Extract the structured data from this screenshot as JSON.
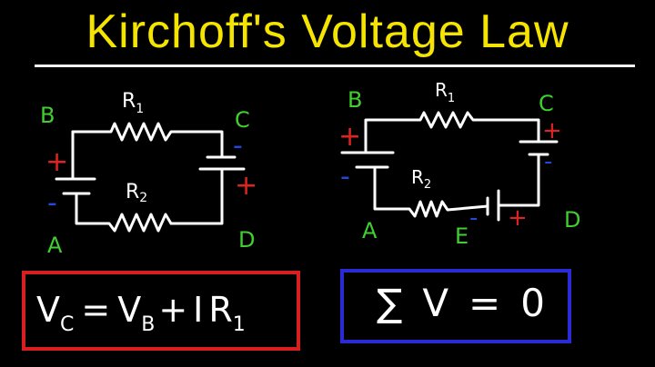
{
  "title": "Kirchoff's Voltage Law",
  "colors": {
    "title": "#f5e400",
    "wire": "#ffffff",
    "node_label": "#3fcf2f",
    "plus": "#e0231f",
    "minus": "#2248e0",
    "formula_box_left": "#d81e1e",
    "formula_box_right": "#2a2ad6"
  },
  "left_circuit": {
    "nodes": {
      "a": "A",
      "b": "B",
      "c": "C",
      "d": "D"
    },
    "resistors": {
      "r1": {
        "main": "R",
        "sub": "1"
      },
      "r2": {
        "main": "R",
        "sub": "2"
      }
    },
    "signs": {
      "plus": "+",
      "minus": "-"
    }
  },
  "right_circuit": {
    "nodes": {
      "a": "A",
      "b": "B",
      "c": "C",
      "d": "D",
      "e": "E"
    },
    "resistors": {
      "r1": {
        "main": "R",
        "sub": "1"
      },
      "r2": {
        "main": "R",
        "sub": "2"
      }
    },
    "signs": {
      "plus": "+",
      "minus": "-"
    }
  },
  "formula_left": {
    "v": "V",
    "c": "C",
    "eq": "=",
    "b": "B",
    "plus": "+",
    "i": "I",
    "r": "R",
    "one": "1"
  },
  "formula_right": {
    "sigma": "∑",
    "v": "V",
    "eq": "=",
    "zero": "0"
  }
}
